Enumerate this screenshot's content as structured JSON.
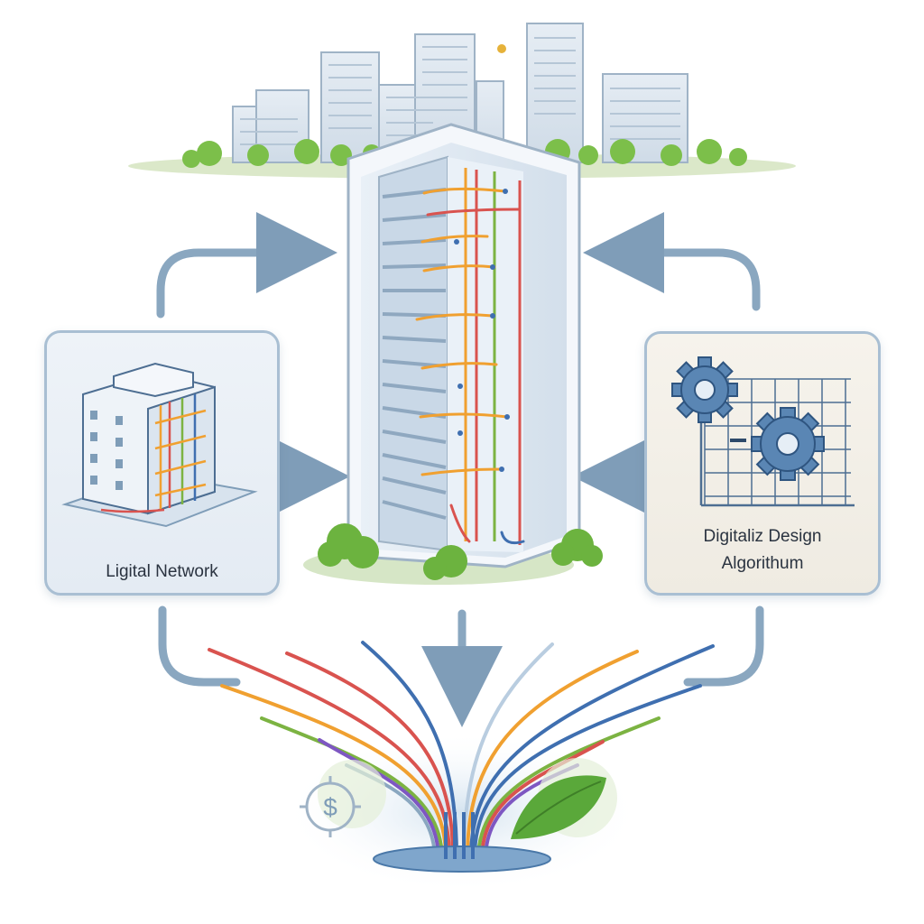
{
  "left_card": {
    "label": "Ligital Network"
  },
  "right_card": {
    "label_line1": "Digitaliz Design",
    "label_line2": "Algorithum"
  },
  "icons": {
    "left": "isometric-building-network-icon",
    "right": "gears-grid-icon",
    "bottom_left": "dollar-coin-icon",
    "bottom_right": "leaf-icon",
    "top": "city-skyline",
    "center": "cutaway-tower-with-cables"
  },
  "colors": {
    "card_border": "#a9bfd3",
    "arrow": "#8aa7c0",
    "cable_red": "#d9534f",
    "cable_orange": "#f0a030",
    "cable_green": "#7cb342",
    "cable_blue": "#3f6fb0",
    "cable_purple": "#7e57c2",
    "foliage": "#6cb33f"
  }
}
